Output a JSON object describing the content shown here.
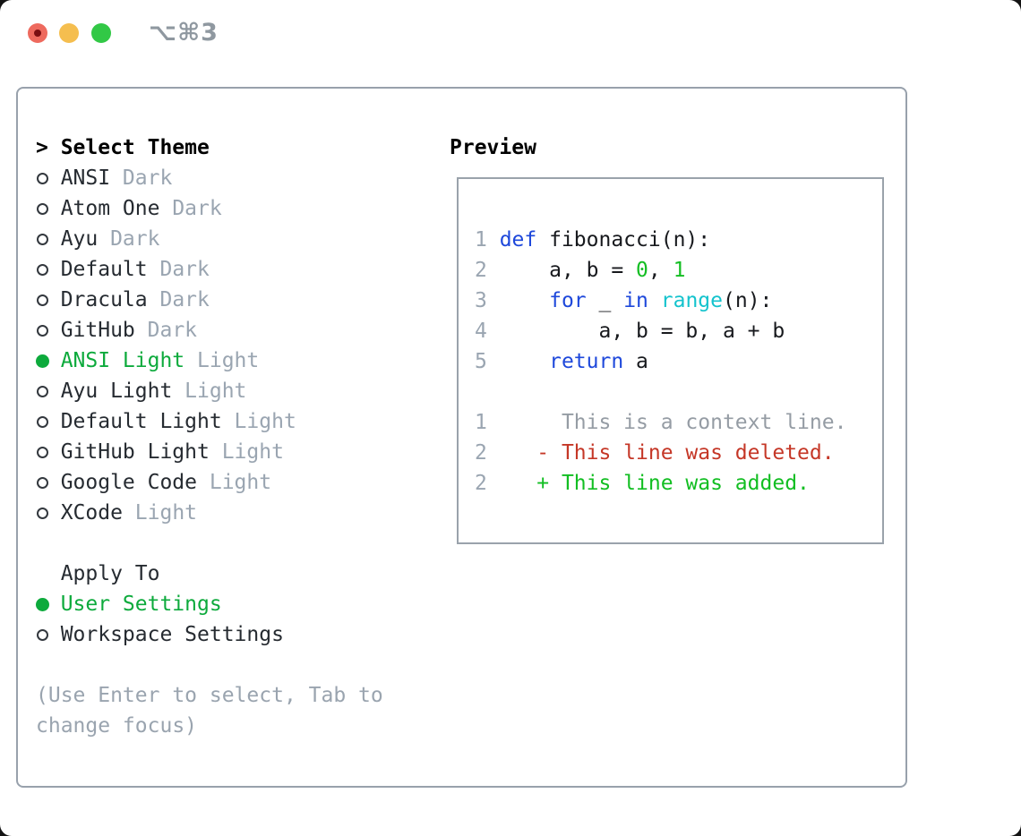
{
  "window": {
    "shortcut": "⌥⌘3"
  },
  "colors": {
    "selected_green": "#0daa3c",
    "keyword_blue": "#1e48db",
    "builtin_cyan": "#14c3cd",
    "literal_green": "#14be23",
    "added_green": "#12be22",
    "deleted_red": "#c53727",
    "muted_gray": "#9aa5b1",
    "traffic_red": "#ee6a5e",
    "traffic_yellow": "#f5be4f",
    "traffic_green": "#32c846"
  },
  "theme_panel": {
    "header": {
      "prefix": ">",
      "label": "Select Theme"
    },
    "themes": [
      {
        "name": "ANSI",
        "variant": "Dark",
        "selected": false
      },
      {
        "name": "Atom One",
        "variant": "Dark",
        "selected": false
      },
      {
        "name": "Ayu",
        "variant": "Dark",
        "selected": false
      },
      {
        "name": "Default",
        "variant": "Dark",
        "selected": false
      },
      {
        "name": "Dracula",
        "variant": "Dark",
        "selected": false
      },
      {
        "name": "GitHub",
        "variant": "Dark",
        "selected": false
      },
      {
        "name": "ANSI Light",
        "variant": "Light",
        "selected": true
      },
      {
        "name": "Ayu Light",
        "variant": "Light",
        "selected": false
      },
      {
        "name": "Default Light",
        "variant": "Light",
        "selected": false
      },
      {
        "name": "GitHub Light",
        "variant": "Light",
        "selected": false
      },
      {
        "name": "Google Code",
        "variant": "Light",
        "selected": false
      },
      {
        "name": "XCode",
        "variant": "Light",
        "selected": false
      }
    ],
    "apply_to": {
      "label": "Apply To",
      "options": [
        {
          "name": "User Settings",
          "selected": true
        },
        {
          "name": "Workspace Settings",
          "selected": false
        }
      ]
    },
    "hint_lines": [
      "(Use Enter to select, Tab to",
      "change focus)"
    ]
  },
  "preview": {
    "label": "Preview",
    "lines": [
      [],
      [
        [
          "1 ",
          "num"
        ],
        [
          "def",
          "kw"
        ],
        [
          " fibonacci(n):",
          "fg"
        ]
      ],
      [
        [
          "2 ",
          "num"
        ],
        [
          "    a, b = ",
          "fg"
        ],
        [
          "0",
          "lit"
        ],
        [
          ", ",
          "fg"
        ],
        [
          "1",
          "lit"
        ]
      ],
      [
        [
          "3 ",
          "num"
        ],
        [
          "    ",
          "fg"
        ],
        [
          "for",
          "kw"
        ],
        [
          " _ ",
          "fg"
        ],
        [
          "in",
          "kw"
        ],
        [
          " ",
          "fg"
        ],
        [
          "range",
          "fn"
        ],
        [
          "(n):",
          "fg"
        ]
      ],
      [
        [
          "4 ",
          "num"
        ],
        [
          "        a, b = b, a + b",
          "fg"
        ]
      ],
      [
        [
          "5 ",
          "num"
        ],
        [
          "    ",
          "fg"
        ],
        [
          "return",
          "kw"
        ],
        [
          " a",
          "fg"
        ]
      ],
      [],
      [
        [
          "1 ",
          "num"
        ],
        [
          "     This is a context line.",
          "ctx"
        ]
      ],
      [
        [
          "2 ",
          "num"
        ],
        [
          "   - This line was deleted.",
          "del"
        ]
      ],
      [
        [
          "2 ",
          "num"
        ],
        [
          "   + This line was added.",
          "add"
        ]
      ],
      []
    ]
  }
}
